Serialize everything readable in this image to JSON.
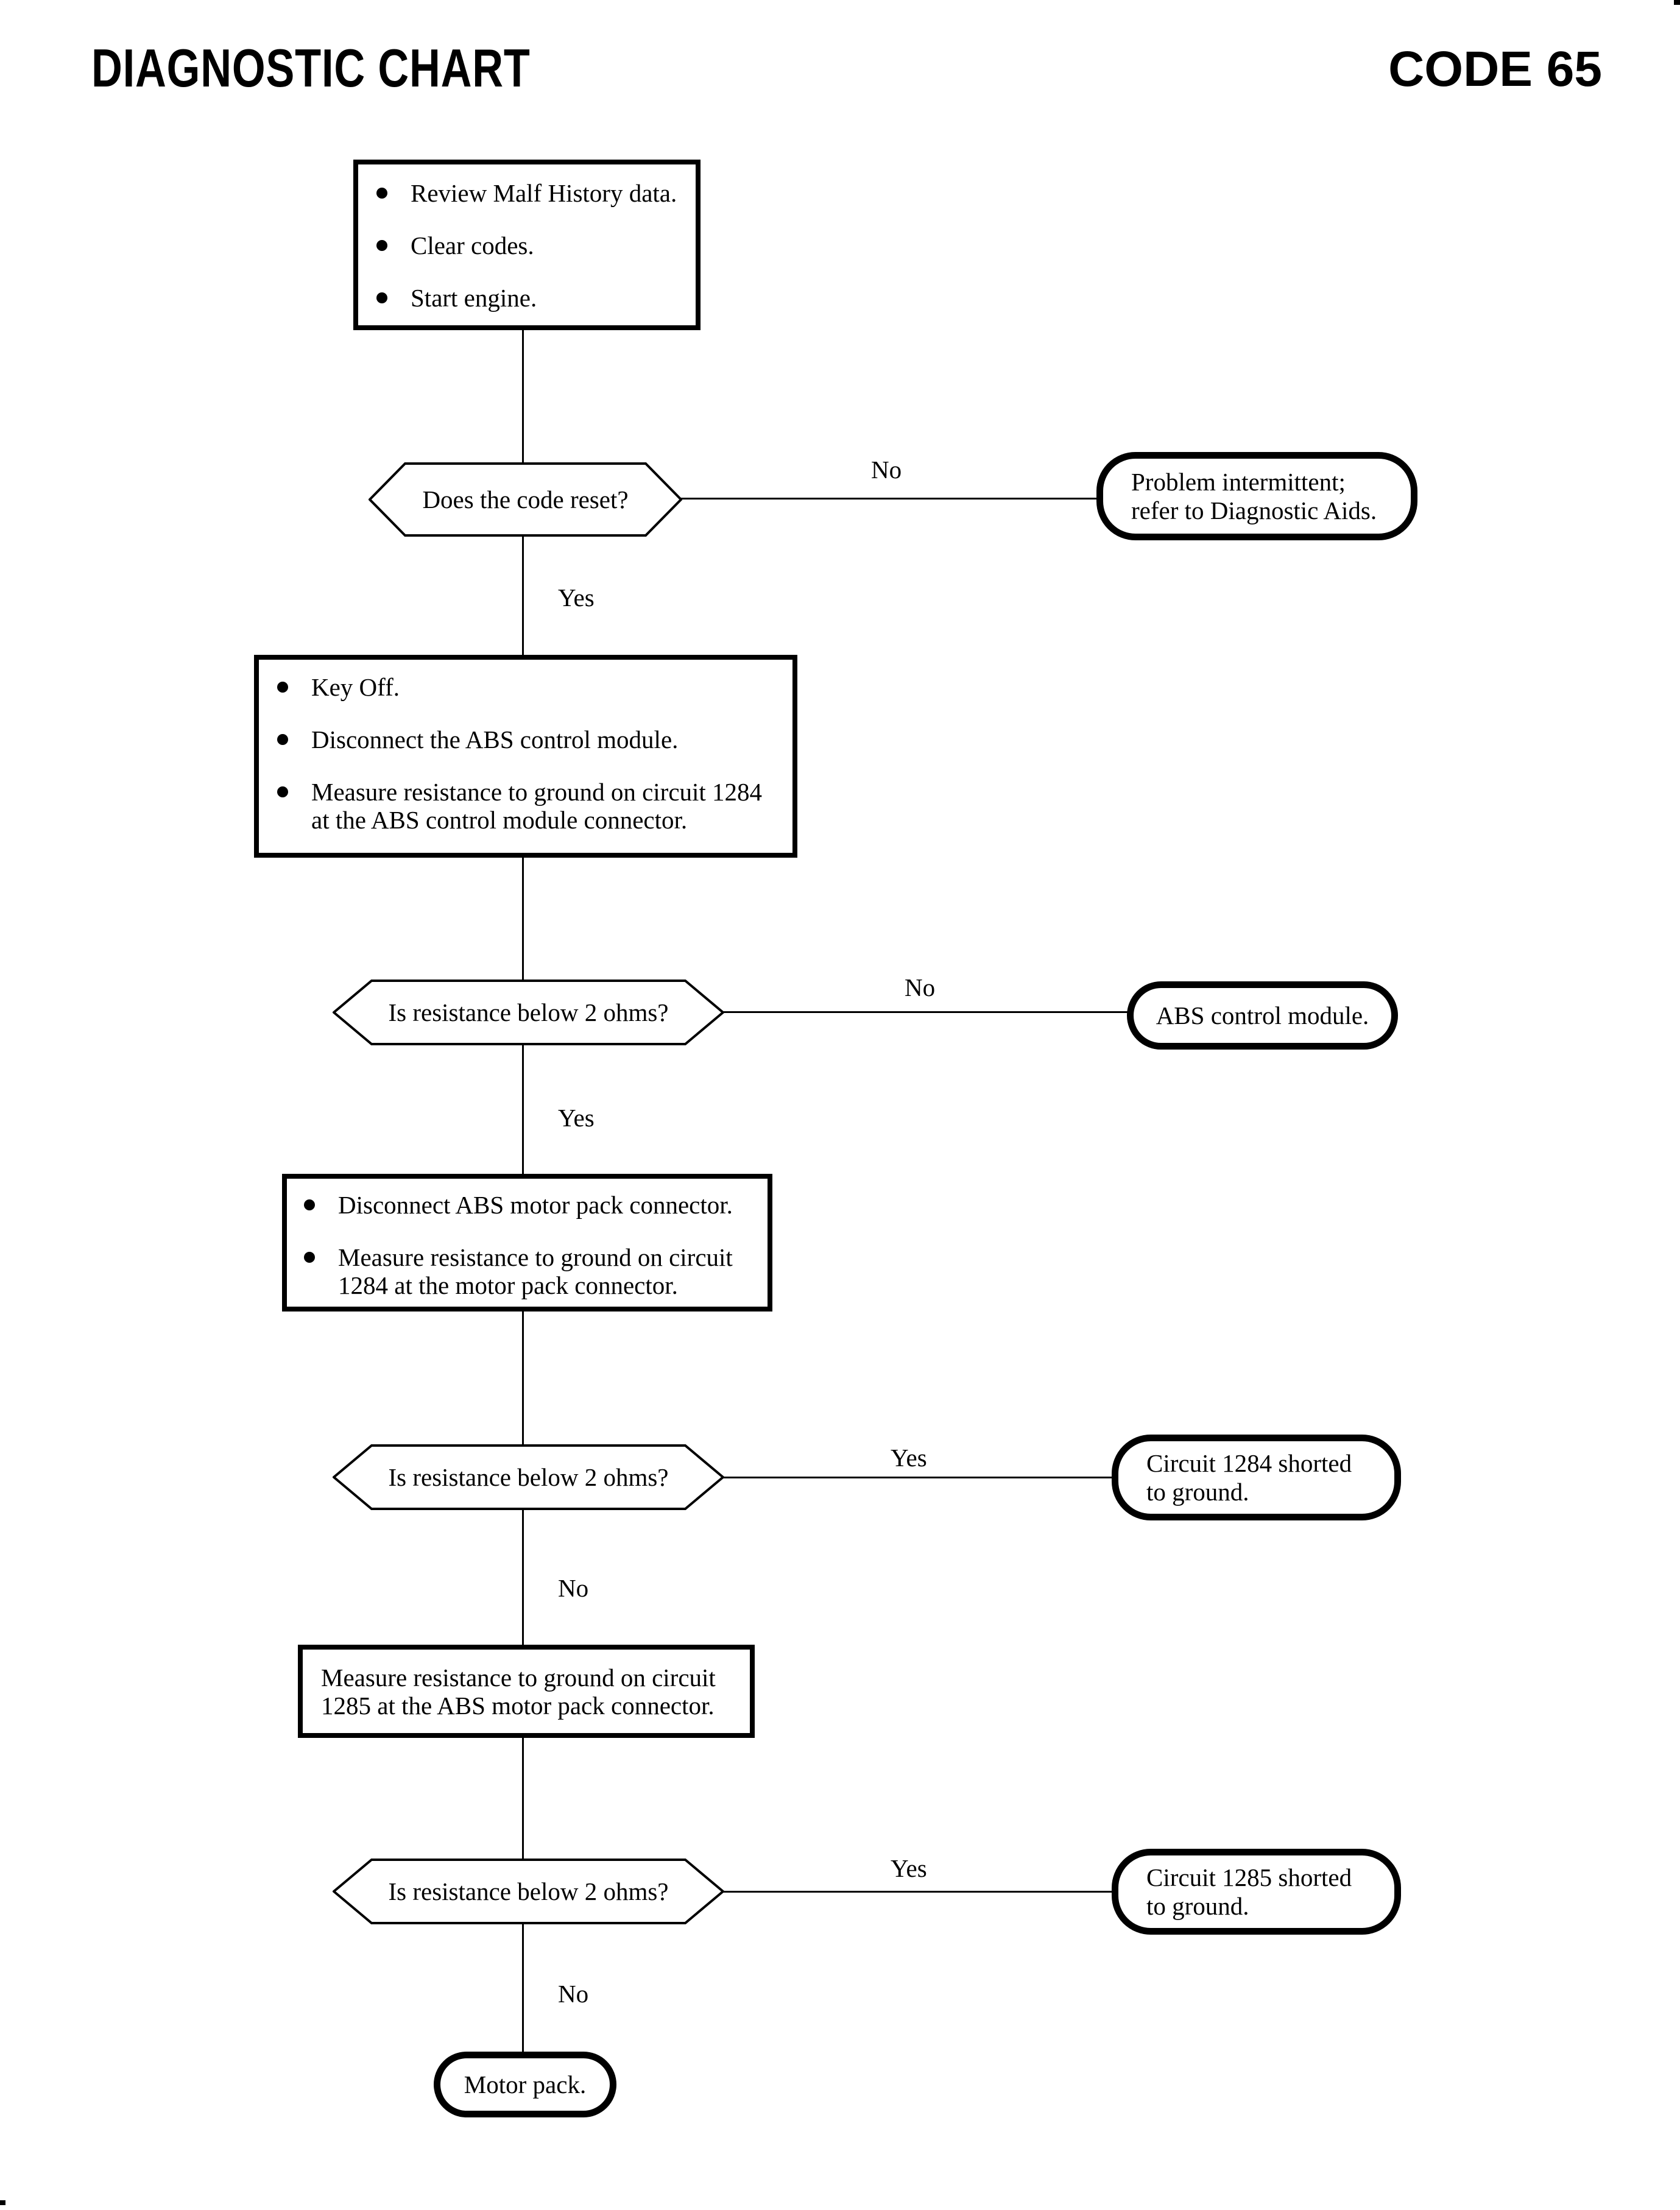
{
  "colors": {
    "ink": "#000000",
    "paper": "#ffffff"
  },
  "header": {
    "title": "DIAGNOSTIC CHART",
    "code": "CODE 65"
  },
  "boxes": {
    "box1": {
      "items": [
        [
          "Review Malf History data."
        ],
        [
          "Clear codes."
        ],
        [
          "Start engine."
        ]
      ]
    },
    "box2": {
      "items": [
        [
          "Key Off."
        ],
        [
          "Disconnect the ABS control module."
        ],
        [
          "Measure resistance to ground on circuit 1284",
          "at the ABS control module connector."
        ]
      ]
    },
    "box3": {
      "items": [
        [
          "Disconnect ABS motor pack connector."
        ],
        [
          "Measure resistance to ground on circuit",
          "1284 at the motor pack connector."
        ]
      ]
    },
    "box4": {
      "lines": [
        "Measure resistance to ground on circuit",
        "1285 at the ABS motor pack connector."
      ]
    }
  },
  "decisions": [
    {
      "question": "Does the code reset?"
    },
    {
      "question": "Is resistance below 2 ohms?"
    },
    {
      "question": "Is resistance below 2 ohms?"
    },
    {
      "question": "Is resistance below 2 ohms?"
    }
  ],
  "terminals": [
    {
      "lines": [
        "Problem intermittent;",
        "refer to Diagnostic Aids."
      ]
    },
    {
      "lines": [
        "ABS control module."
      ]
    },
    {
      "lines": [
        "Circuit 1284 shorted",
        "to ground."
      ]
    },
    {
      "lines": [
        "Circuit 1285 shorted",
        "to ground."
      ]
    },
    {
      "lines": [
        "Motor pack."
      ]
    }
  ],
  "edge_labels": {
    "e1": "No",
    "e2": "Yes",
    "e3": "No",
    "e4": "Yes",
    "e5": "Yes",
    "e6": "No",
    "e7": "Yes",
    "e8": "No"
  }
}
